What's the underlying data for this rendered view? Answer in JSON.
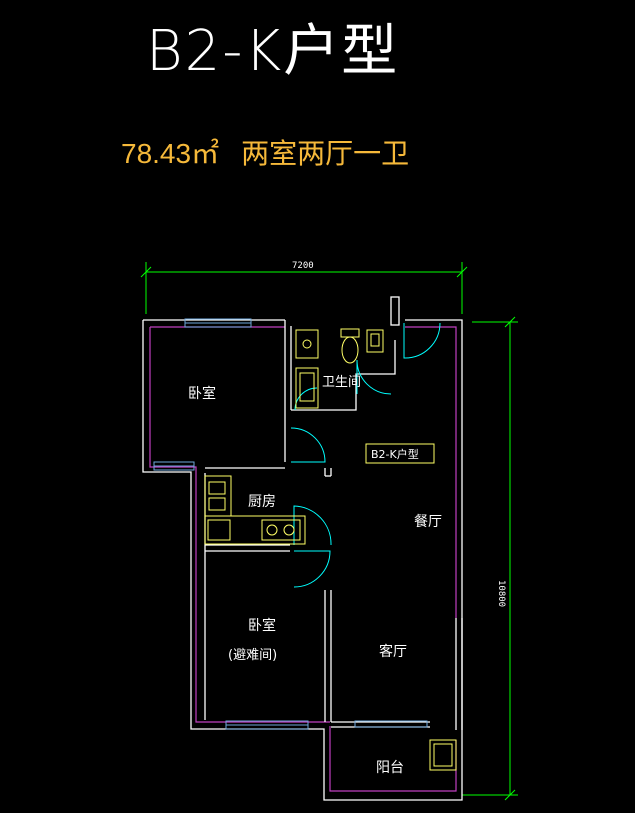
{
  "plan": {
    "title": "B2-K户型",
    "area": "78.43㎡",
    "layout": "两室两厅一卫",
    "plate_label": "B2-K户型",
    "dim_width": "7200",
    "dim_height": "10800",
    "rooms": {
      "bedroom1": "卧室",
      "bathroom": "卫生间",
      "kitchen": "厨房",
      "dining": "餐厅",
      "bedroom2": "卧室",
      "bedroom2_note": "(避难间)",
      "living": "客厅",
      "balcony": "阳台"
    }
  },
  "colors": {
    "background": "#000000",
    "wall": "#ffffff",
    "wall_inner": "#c040c0",
    "fixture": "#ffff66",
    "door": "#00ffff",
    "dimension": "#00ff00",
    "window": "#6fa8dc",
    "subtitle": "#f6b93a"
  }
}
